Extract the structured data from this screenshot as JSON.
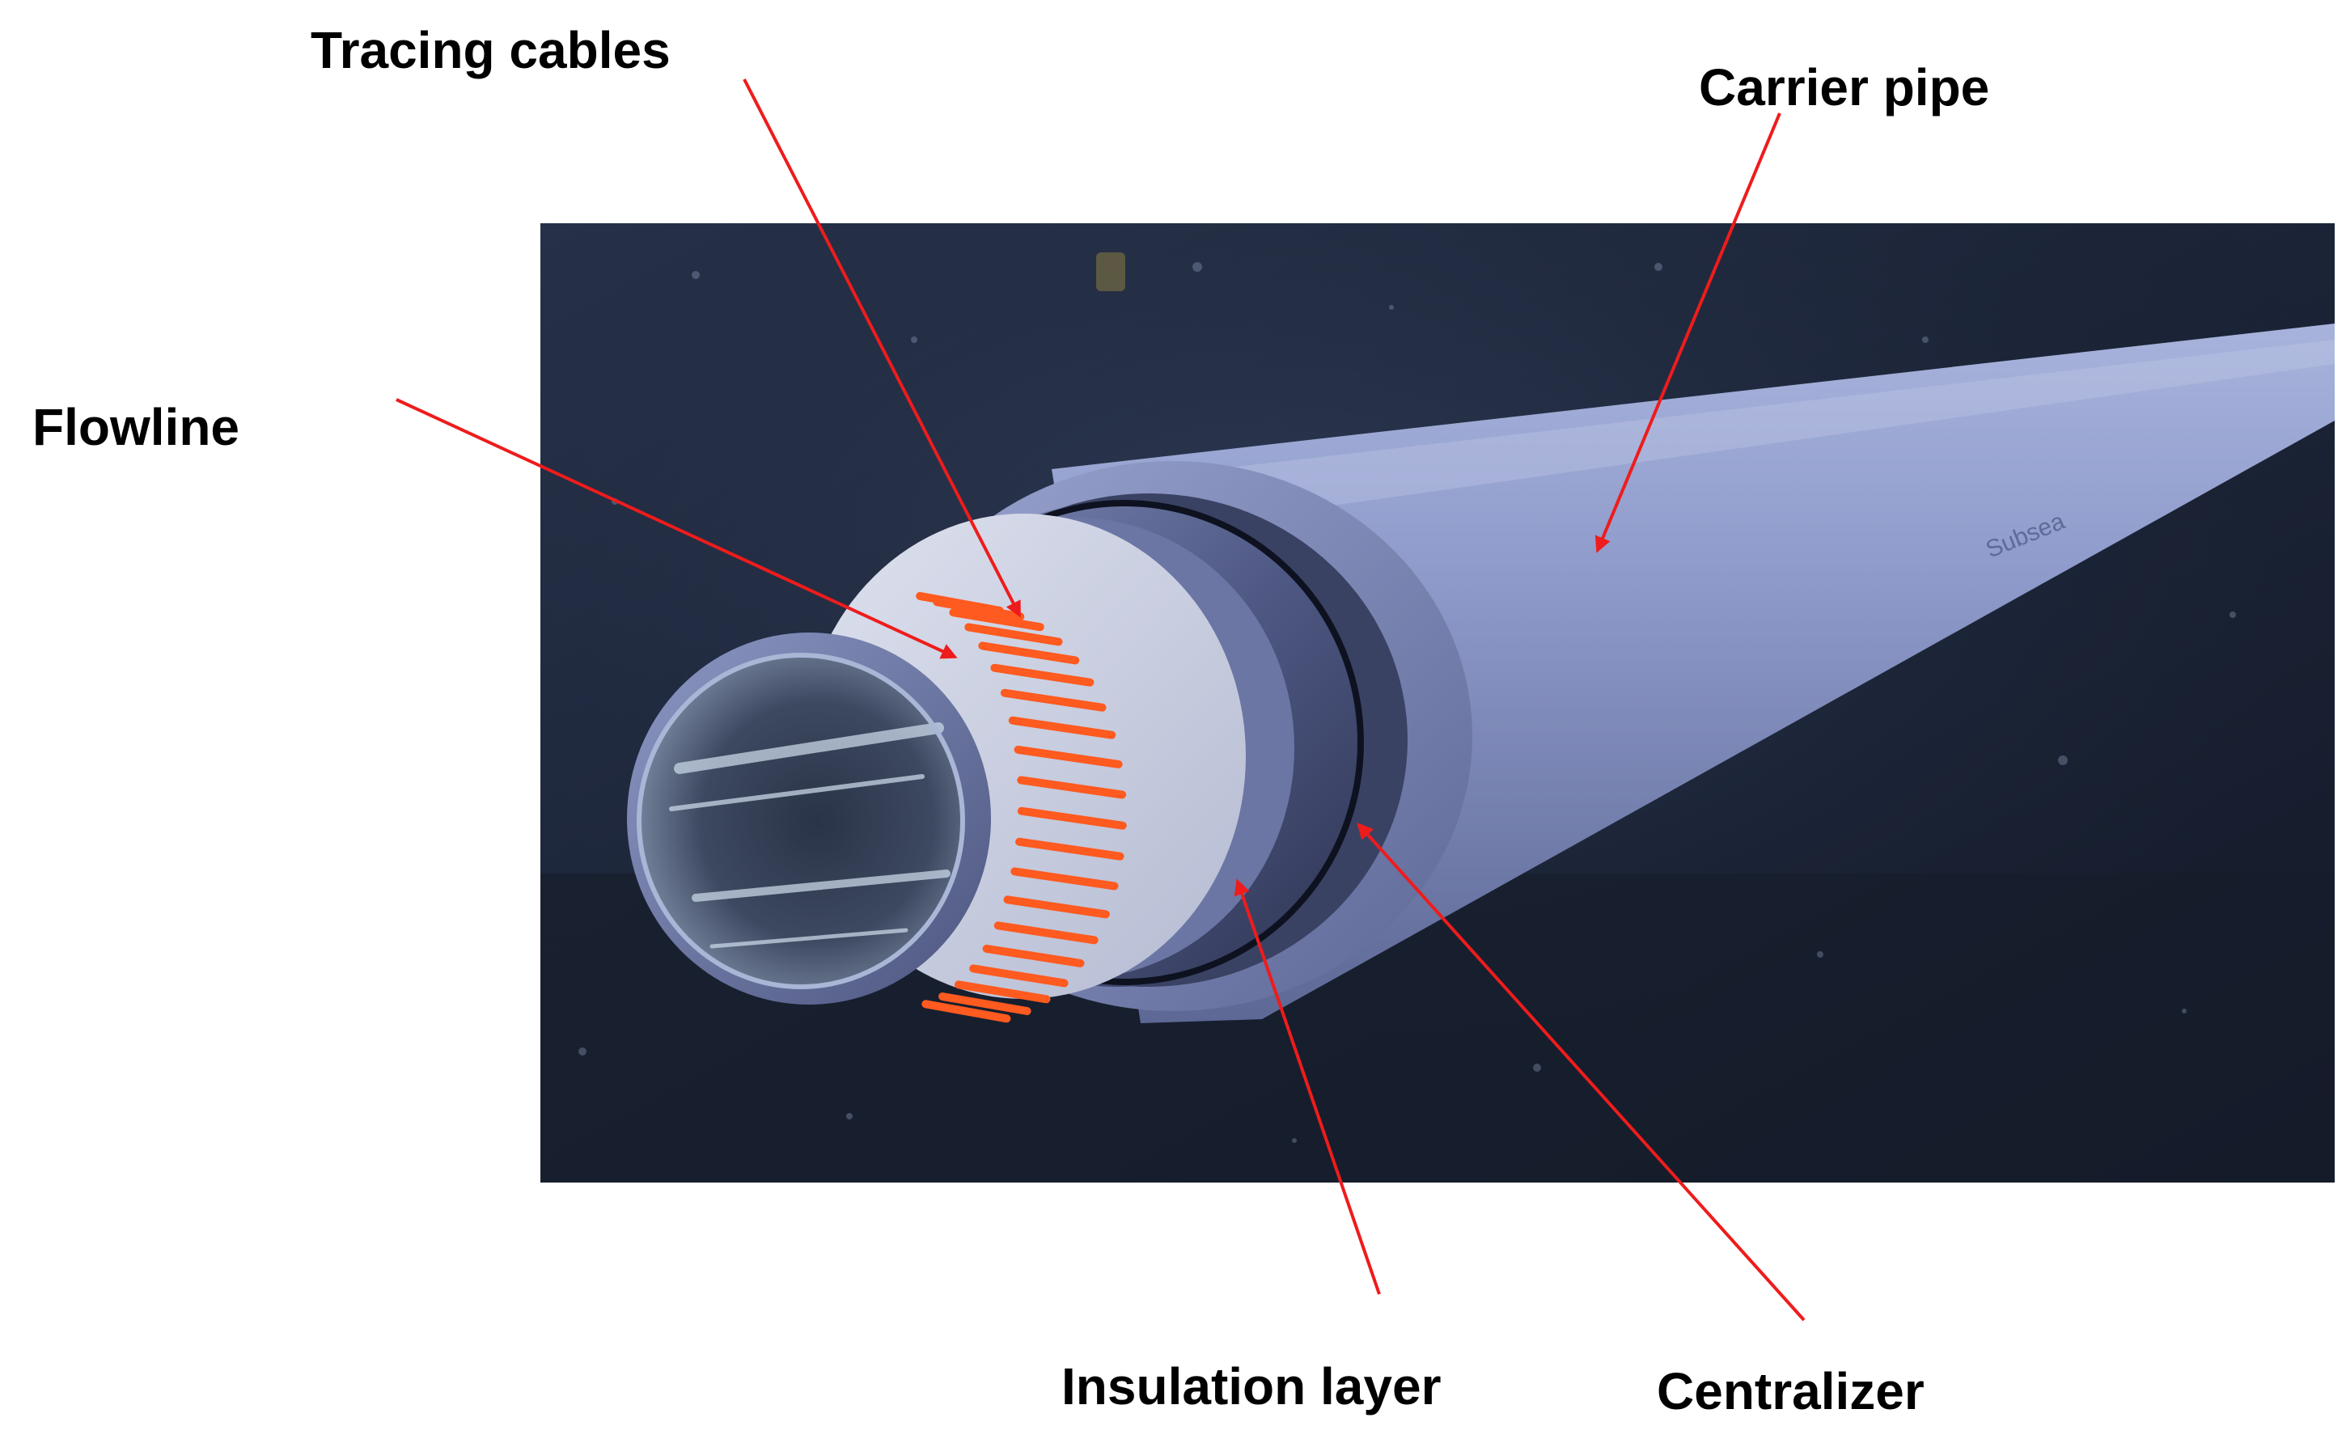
{
  "labels": {
    "tracing_cables": "Tracing cables",
    "carrier_pipe": "Carrier pipe",
    "flowline": "Flowline",
    "insulation_layer": "Insulation layer",
    "centralizer": "Centralizer"
  },
  "brand_mark": "Subsea",
  "colors": {
    "leader_line": "#ee1c1c",
    "tracing_cable": "#ff5a1f",
    "background": "#1b2334",
    "pipe": "#8c97c6"
  }
}
